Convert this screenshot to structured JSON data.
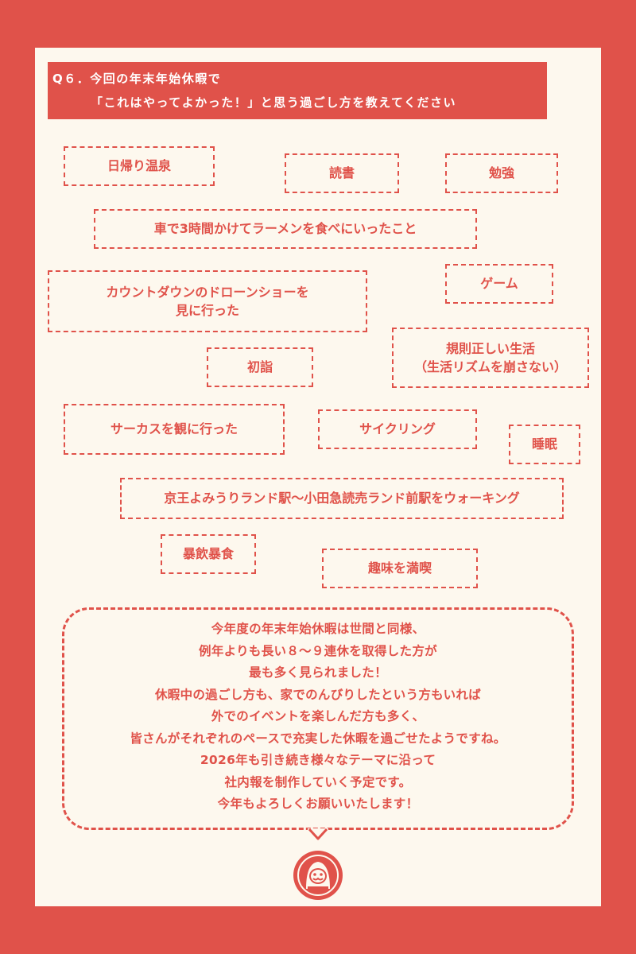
{
  "colors": {
    "background": "#e0524a",
    "card": "#fdf8ee",
    "accent": "#e0524a",
    "header_text": "#ffffff"
  },
  "question": {
    "line1": "Q６．今回の年末年始休暇で",
    "line2": "「これはやってよかった！」と思う過ごし方を教えてください"
  },
  "answers": [
    "日帰り温泉",
    "読書",
    "勉強",
    "車で3時間かけてラーメンを食べにいったこと",
    "カウントダウンのドローンショーを\n見に行った",
    "ゲーム",
    "初詣",
    "規則正しい生活\n（生活リズムを崩さない）",
    "サーカスを観に行った",
    "サイクリング",
    "睡眠",
    "京王よみうりランド駅〜小田急読売ランド前駅をウォーキング",
    "暴飲暴食",
    "趣味を満喫"
  ],
  "summary": [
    "今年度の年末年始休暇は世間と同様、",
    "例年よりも長い８〜９連休を取得した方が",
    "最も多く見られました！",
    "休暇中の過ごし方も、家でのんびりしたという方もいれば",
    "外でのイベントを楽しんだ方も多く、",
    "皆さんがそれぞれのペースで充実した休暇を過ごせたようですね。",
    "2026年も引き続き様々なテーマに沿って",
    "社内報を制作していく予定です。",
    "今年もよろしくお願いいたします！"
  ],
  "icons": {
    "speech_pointer": "speech-pointer-icon",
    "mascot": "daruma-icon"
  }
}
